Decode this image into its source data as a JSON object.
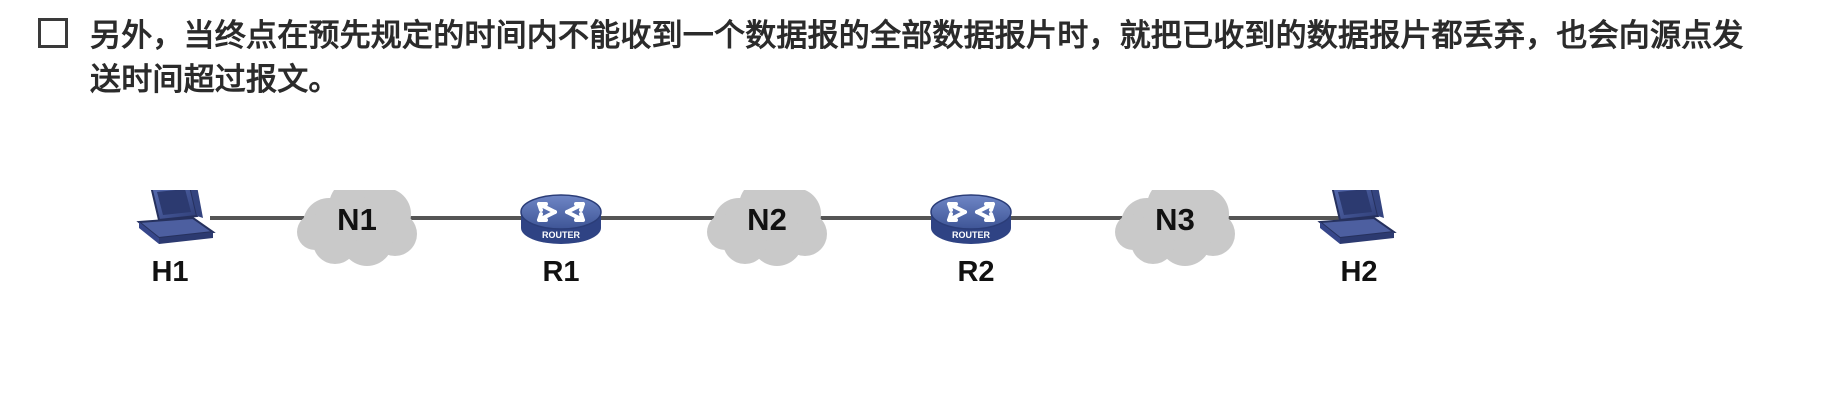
{
  "bullet": {
    "line1": "另外，当终点在预先规定的时间内不能收到一个数据报的全部数据报片时，就把已收到的数据报片都丢弃，也会向源点发",
    "line2": "送时间超过报文。"
  },
  "network": {
    "hosts": [
      {
        "label": "H1",
        "icon": "computer-icon"
      },
      {
        "label": "H2",
        "icon": "computer-icon"
      }
    ],
    "routers": [
      {
        "label": "R1",
        "icon": "router-icon",
        "badge": "ROUTER"
      },
      {
        "label": "R2",
        "icon": "router-icon",
        "badge": "ROUTER"
      }
    ],
    "networks": [
      {
        "label": "N1",
        "icon": "cloud-icon"
      },
      {
        "label": "N2",
        "icon": "cloud-icon"
      },
      {
        "label": "N3",
        "icon": "cloud-icon"
      }
    ],
    "colors": {
      "link": "#555555",
      "cloud": "#c8c8c8",
      "router": "#4a63a6",
      "computer": "#3d4f8f"
    }
  }
}
